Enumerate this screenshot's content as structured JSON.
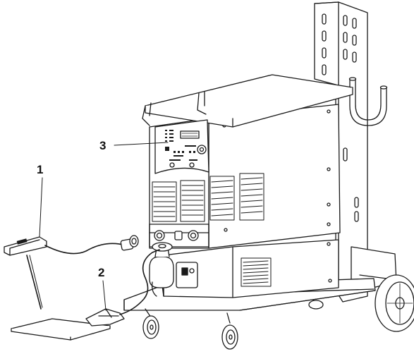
{
  "callouts": [
    {
      "number": "1",
      "target": "electrode-holder"
    },
    {
      "number": "2",
      "target": "earth-clamp"
    },
    {
      "number": "3",
      "target": "control-panel"
    }
  ],
  "colors": {
    "line": "#1a1a1a",
    "fill": "#ffffff",
    "shade": "#d9d9d9"
  }
}
